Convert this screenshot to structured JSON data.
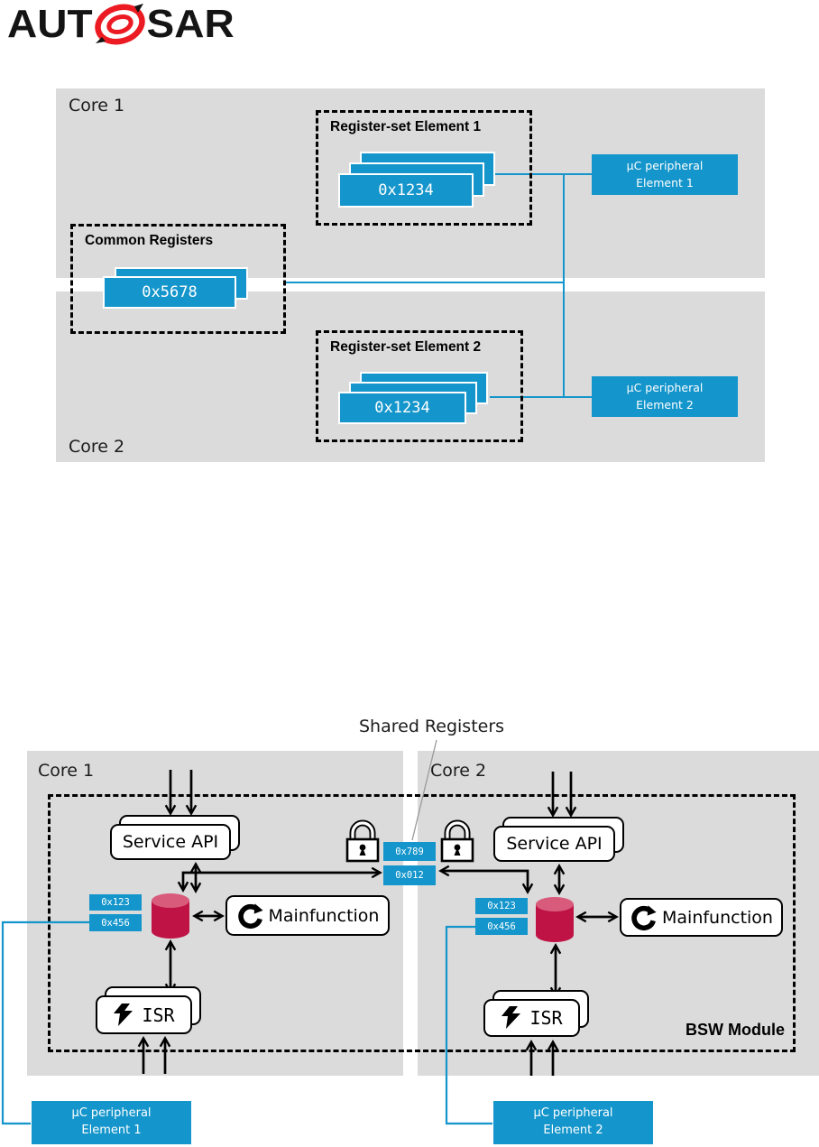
{
  "logo": {
    "part1": "AUT",
    "part2": "SAR"
  },
  "colors": {
    "accent_blue": "#1495cb",
    "panel_gray": "#dbdbdb",
    "cylinder_red": "#c01345",
    "cylinder_red_top": "#d95b7c",
    "logo_red": "#ec1b23"
  },
  "icons": {
    "logo_o": "autosar-swirl-icon",
    "lock": "padlock-icon",
    "database": "cylinder-database-icon",
    "refresh": "circular-arrow-icon",
    "lightning": "interrupt-bolt-icon"
  },
  "d1": {
    "core1_label": "Core 1",
    "core2_label": "Core 2",
    "rse1_title": "Register-set Element 1",
    "rse1_value": "0x1234",
    "common_title": "Common Registers",
    "common_value": "0x5678",
    "rse2_title": "Register-set Element 2",
    "rse2_value": "0x1234",
    "periph1_line1": "µC peripheral",
    "periph1_line2": "Element 1",
    "periph2_line1": "µC peripheral",
    "periph2_line2": "Element 2"
  },
  "d2": {
    "title": "Shared Registers",
    "core1_label": "Core 1",
    "core2_label": "Core 2",
    "bsw_label": "BSW Module",
    "shared_reg_top": "0x789",
    "shared_reg_bottom": "0x012",
    "c1": {
      "service": "Service API",
      "main": "Mainfunction",
      "isr": "ISR",
      "reg1": "0x123",
      "reg2": "0x456",
      "periph_line1": "µC peripheral",
      "periph_line2": "Element 1"
    },
    "c2": {
      "service": "Service API",
      "main": "Mainfunction",
      "isr": "ISR",
      "reg1": "0x123",
      "reg2": "0x456",
      "periph_line1": "µC peripheral",
      "periph_line2": "Element 2"
    }
  }
}
